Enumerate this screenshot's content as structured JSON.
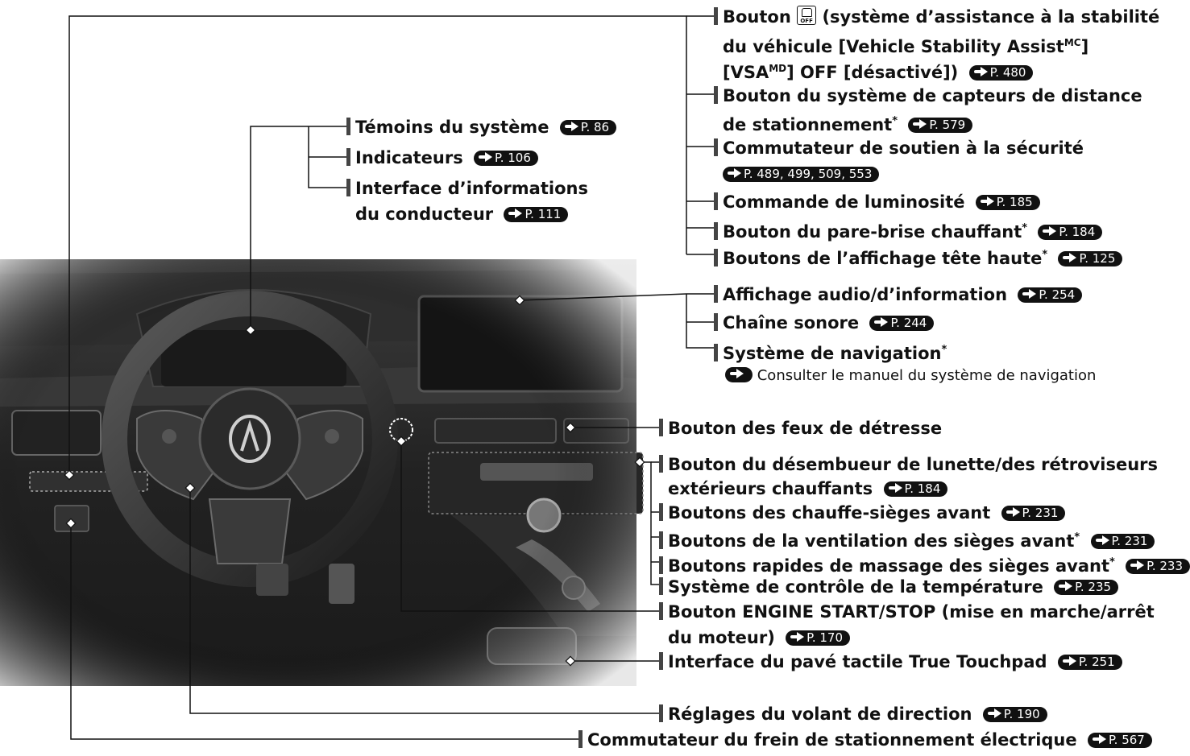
{
  "colors": {
    "ink": "#111111",
    "ref_bg": "#111111",
    "ref_text": "#ffffff",
    "photo_dark": "#2a2a2a"
  },
  "callouts": {
    "vsa": {
      "line1_prefix": "Bouton",
      "icon": "vsa-off-icon",
      "icon_text": "OFF",
      "line1_suffix": "(système d’assistance à la stabilité",
      "line2": "du véhicule [Vehicle Stability Assist",
      "line2_sup": "MC",
      "line2_end": "]",
      "line3_a": "[VSA",
      "line3_sup": "MD",
      "line3_b": "] OFF [désactivé])",
      "ref": "P. 480"
    },
    "parking_sensor": {
      "line1": "Bouton du système de capteurs de distance",
      "line2": "de stationnement",
      "ref": "P. 579"
    },
    "safety_support": {
      "line1": "Commutateur de soutien à la sécurité",
      "ref": "P. 489, 499, 509, 553"
    },
    "brightness": {
      "text": "Commande de luminosité",
      "ref": "P. 185"
    },
    "heated_windshield": {
      "text": "Bouton du pare-brise chauffant",
      "ref": "P. 184"
    },
    "hud": {
      "text": "Boutons de l’affichage tête haute",
      "ref": "P. 125"
    },
    "warning_lights": {
      "text": "Témoins du système",
      "ref": "P. 86"
    },
    "indicators": {
      "text": "Indicateurs",
      "ref": "P. 106"
    },
    "driver_info": {
      "line1": "Interface d’informations",
      "line2": "du conducteur",
      "ref": "P. 111"
    },
    "audio_display": {
      "text": "Affichage audio/d’information",
      "ref": "P. 254"
    },
    "audio_system": {
      "text": "Chaîne sonore",
      "ref": "P. 244"
    },
    "navigation": {
      "text": "Système de navigation",
      "note": "Consulter le manuel du système de navigation"
    },
    "hazard": {
      "text": "Bouton des feux de détresse"
    },
    "defroster": {
      "line1": "Bouton du désembueur de lunette/des rétroviseurs",
      "line2": "extérieurs chauffants",
      "ref": "P. 184"
    },
    "seat_heaters": {
      "text": "Boutons des chauffe-sièges avant",
      "ref": "P. 231"
    },
    "seat_ventilation": {
      "text": "Boutons de la ventilation des sièges avant",
      "ref": "P. 231"
    },
    "seat_massage": {
      "text": "Boutons rapides de massage des sièges avant",
      "ref": "P. 233"
    },
    "climate": {
      "text": "Système de contrôle de la température",
      "ref": "P. 235"
    },
    "engine_start": {
      "line1": "Bouton ENGINE START/STOP (mise en marche/arrêt",
      "line2": "du moteur)",
      "ref": "P. 170"
    },
    "touchpad": {
      "text": "Interface du pavé tactile True Touchpad",
      "ref": "P. 251"
    },
    "steering_adjust": {
      "text": "Réglages du volant de direction",
      "ref": "P. 190"
    },
    "parking_brake": {
      "text": "Commutateur du frein de stationnement électrique",
      "ref": "P. 567"
    },
    "star": "*"
  }
}
